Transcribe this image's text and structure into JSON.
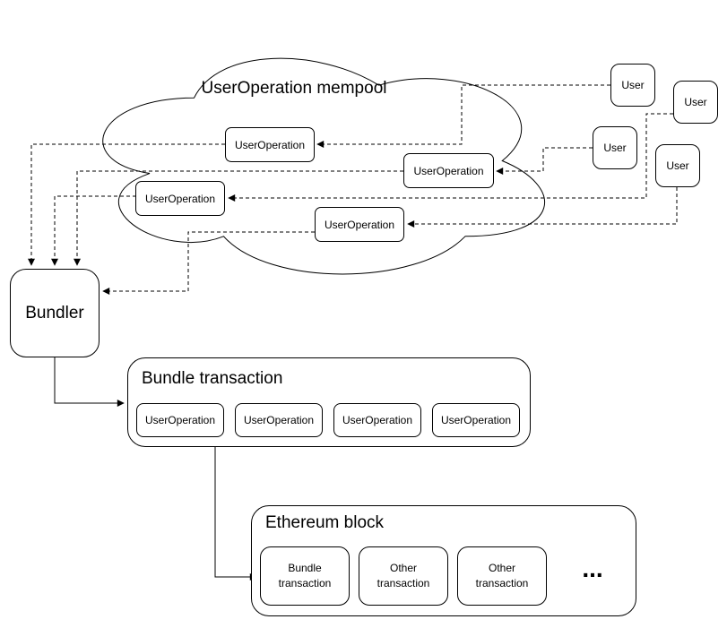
{
  "cloud": {
    "title": "UserOperation mempool",
    "user_operations": [
      "UserOperation",
      "UserOperation",
      "UserOperation",
      "UserOperation"
    ]
  },
  "users": [
    "User",
    "User",
    "User",
    "User"
  ],
  "bundler": {
    "label": "Bundler"
  },
  "bundle_transaction": {
    "title": "Bundle transaction",
    "user_operations": [
      "UserOperation",
      "UserOperation",
      "UserOperation",
      "UserOperation"
    ]
  },
  "ethereum_block": {
    "title": "Ethereum block",
    "transactions": [
      {
        "line1": "Bundle",
        "line2": "transaction"
      },
      {
        "line1": "Other",
        "line2": "transaction"
      },
      {
        "line1": "Other",
        "line2": "transaction"
      }
    ],
    "ellipsis": "..."
  },
  "colors": {
    "stroke": "#000000",
    "fill": "#ffffff",
    "background": "#ffffff"
  }
}
